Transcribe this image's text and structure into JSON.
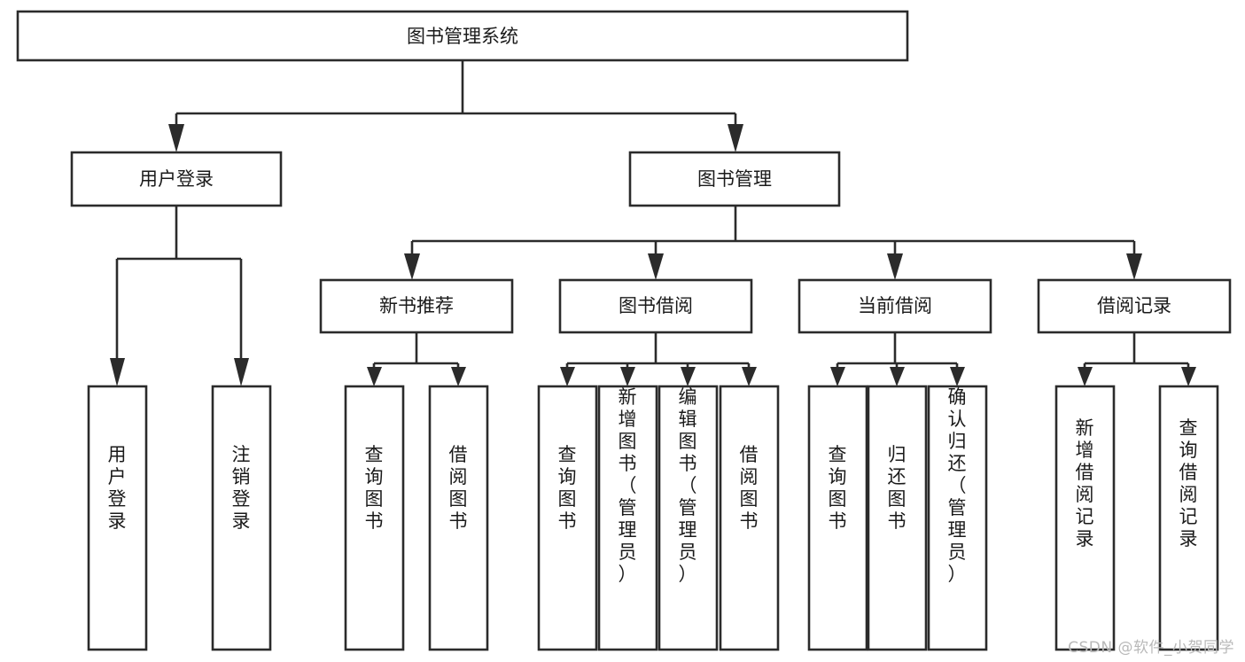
{
  "diagram": {
    "title": "图书管理系统",
    "type": "functional-structure-tree",
    "watermark": "CSDN @软件_小贺同学",
    "root": {
      "id": "root",
      "label": "图书管理系统"
    },
    "level2": [
      {
        "id": "user-login",
        "label": "用户登录"
      },
      {
        "id": "book-management",
        "label": "图书管理"
      }
    ],
    "level3": [
      {
        "id": "new-book-recommend",
        "label": "新书推荐",
        "parent": "book-management"
      },
      {
        "id": "book-borrow",
        "label": "图书借阅",
        "parent": "book-management"
      },
      {
        "id": "current-borrow",
        "label": "当前借阅",
        "parent": "book-management"
      },
      {
        "id": "borrow-record",
        "label": "借阅记录",
        "parent": "book-management"
      }
    ],
    "leaves": [
      {
        "id": "leaf-user-login",
        "label": "用户登录",
        "parent": "user-login"
      },
      {
        "id": "leaf-logout-login",
        "label": "注销登录",
        "parent": "user-login"
      },
      {
        "id": "leaf-query-book-1",
        "label": "查询图书",
        "parent": "new-book-recommend"
      },
      {
        "id": "leaf-borrow-book-1",
        "label": "借阅图书",
        "parent": "new-book-recommend"
      },
      {
        "id": "leaf-query-book-2",
        "label": "查询图书",
        "parent": "book-borrow"
      },
      {
        "id": "leaf-add-book",
        "label": "新增图书（管理员）",
        "parent": "book-borrow"
      },
      {
        "id": "leaf-edit-book",
        "label": "编辑图书（管理员）",
        "parent": "book-borrow"
      },
      {
        "id": "leaf-borrow-book-2",
        "label": "借阅图书",
        "parent": "book-borrow"
      },
      {
        "id": "leaf-query-book-3",
        "label": "查询图书",
        "parent": "current-borrow"
      },
      {
        "id": "leaf-return-book",
        "label": "归还图书",
        "parent": "current-borrow"
      },
      {
        "id": "leaf-confirm-return",
        "label": "确认归还（管理员）",
        "parent": "current-borrow"
      },
      {
        "id": "leaf-add-record",
        "label": "新增借阅记录",
        "parent": "borrow-record"
      },
      {
        "id": "leaf-query-record",
        "label": "查询借阅记录",
        "parent": "borrow-record"
      }
    ],
    "colors": {
      "stroke": "#2b2b2b",
      "fill": "#ffffff",
      "text": "#1a1a1a",
      "watermark": "#b9b9b9"
    }
  }
}
